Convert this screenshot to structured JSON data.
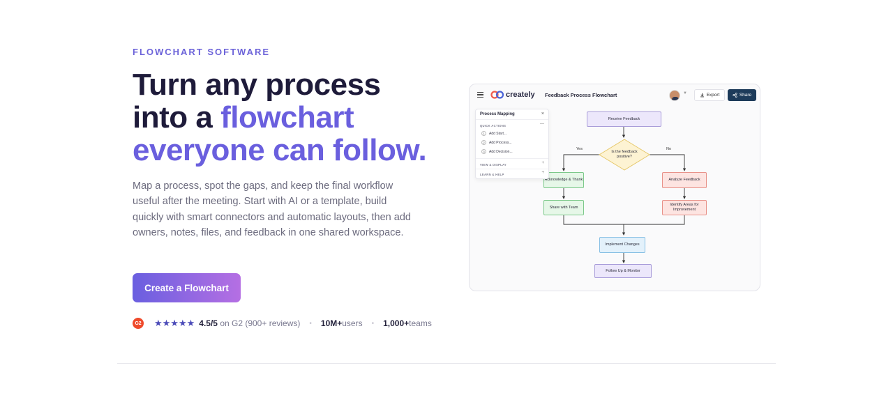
{
  "hero": {
    "eyebrow": "FLOWCHART SOFTWARE",
    "headline_line1": "Turn any process",
    "headline_line2_plain": "into a ",
    "headline_line2_accent": "flowchart",
    "headline_line3_accent": "everyone can follow.",
    "description": "Map a process, spot the gaps, and keep the final workflow useful after the meeting. Start with AI or a template, build quickly with smart connectors and automatic layouts, then add owners, notes, files, and feedback in one shared workspace.",
    "cta_label": "Create a Flowchart"
  },
  "social_proof": {
    "g2_badge": "G2",
    "stars": "★★★★★",
    "rating": "4.5/5",
    "rating_suffix": " on G2 (900+ reviews)",
    "users_count": "10M+",
    "users_label": "users",
    "teams_count": "1,000+",
    "teams_label": "teams",
    "separator": "•"
  },
  "app": {
    "logo_text": "creately",
    "doc_title": "Feedback Process Flowchart",
    "export_label": "Export",
    "share_label": "Share",
    "panel": {
      "title": "Process Mapping",
      "close": "×",
      "quick_actions": "QUICK ACTIONS",
      "collapse": "—",
      "items": [
        {
          "num": "1",
          "label": "Add Start..."
        },
        {
          "num": "2",
          "label": "Add Process..."
        },
        {
          "num": "3",
          "label": "Add Decision..."
        }
      ],
      "view_display": "VIEW & DISPLAY",
      "learn_help": "LEARN & HELP",
      "expand": "+"
    },
    "flow": {
      "receive": "Receive Feedback",
      "decision": "Is the feedback positive?",
      "yes": "Yes",
      "no": "No",
      "acknowledge": "Acknowledge & Thank",
      "analyze": "Analyze Feedback",
      "share_team": "Share with Team",
      "identify": "Identify Areas for Improvement",
      "implement": "Implement Changes",
      "follow_up": "Follow Up & Monitor"
    }
  }
}
